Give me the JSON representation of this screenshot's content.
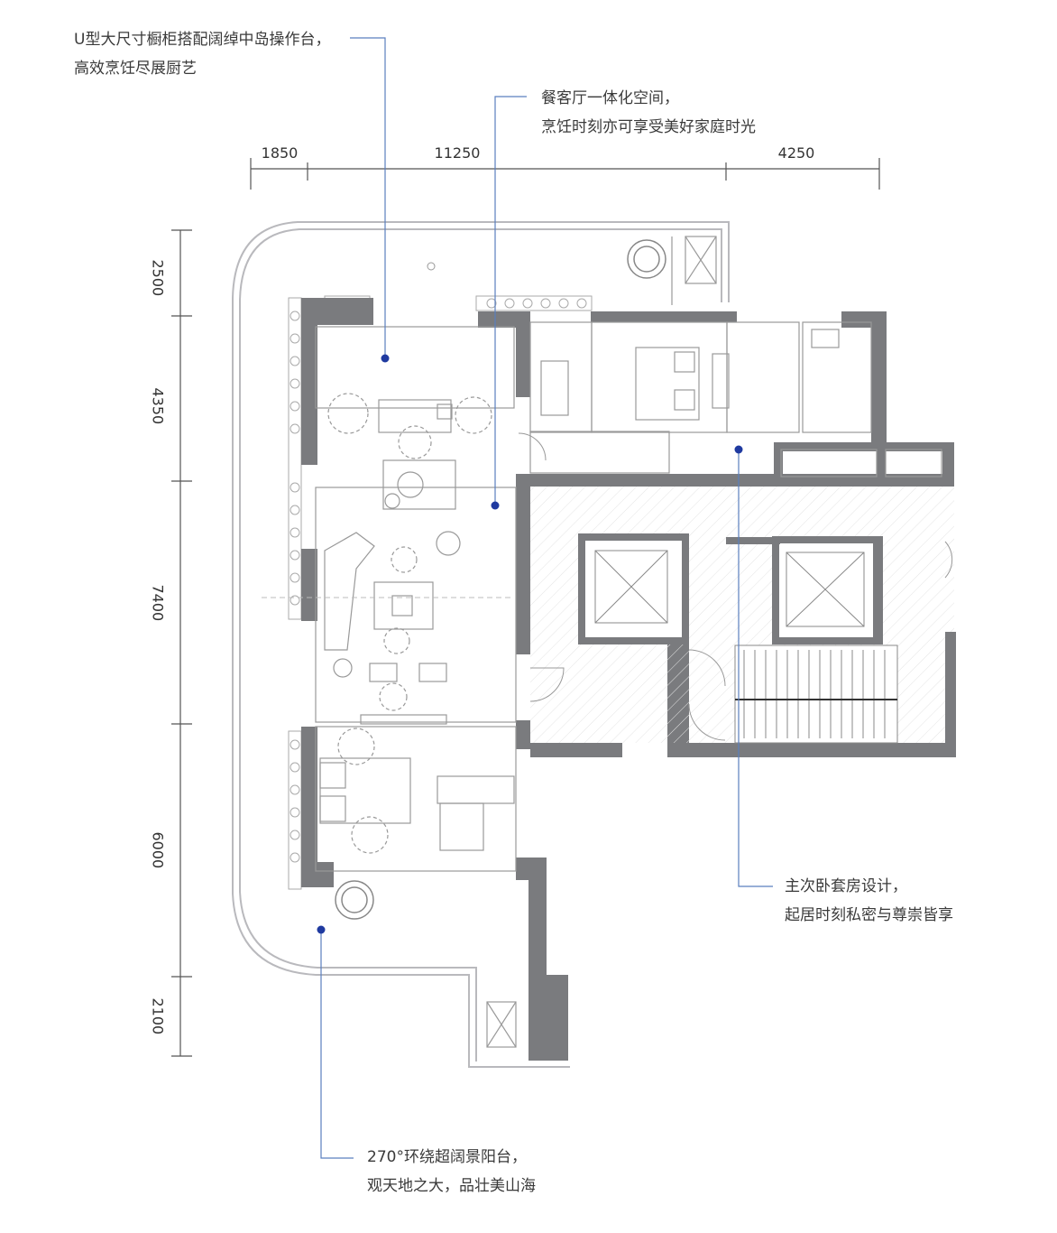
{
  "annotations": {
    "kitchen": {
      "line1": "U型大尺寸橱柜搭配阔绰中岛操作台，",
      "line2": "高效烹饪尽展厨艺"
    },
    "living": {
      "line1": "餐客厅一体化空间，",
      "line2": "烹饪时刻亦可享受美好家庭时光"
    },
    "bedroom": {
      "line1": "主次卧套房设计，",
      "line2": "起居时刻私密与尊崇皆享"
    },
    "balcony": {
      "line1": "270°环绕超阔景阳台，",
      "line2": "观天地之大，品壮美山海"
    }
  },
  "dimensions": {
    "top": [
      "1850",
      "11250",
      "4250"
    ],
    "left": [
      "2500",
      "4350",
      "7400",
      "6000",
      "2100"
    ]
  },
  "colors": {
    "wall": "#7a7b7e",
    "line": "#9a9a9a",
    "callout": "#5a7fbf",
    "dot": "#1f3aa0"
  }
}
